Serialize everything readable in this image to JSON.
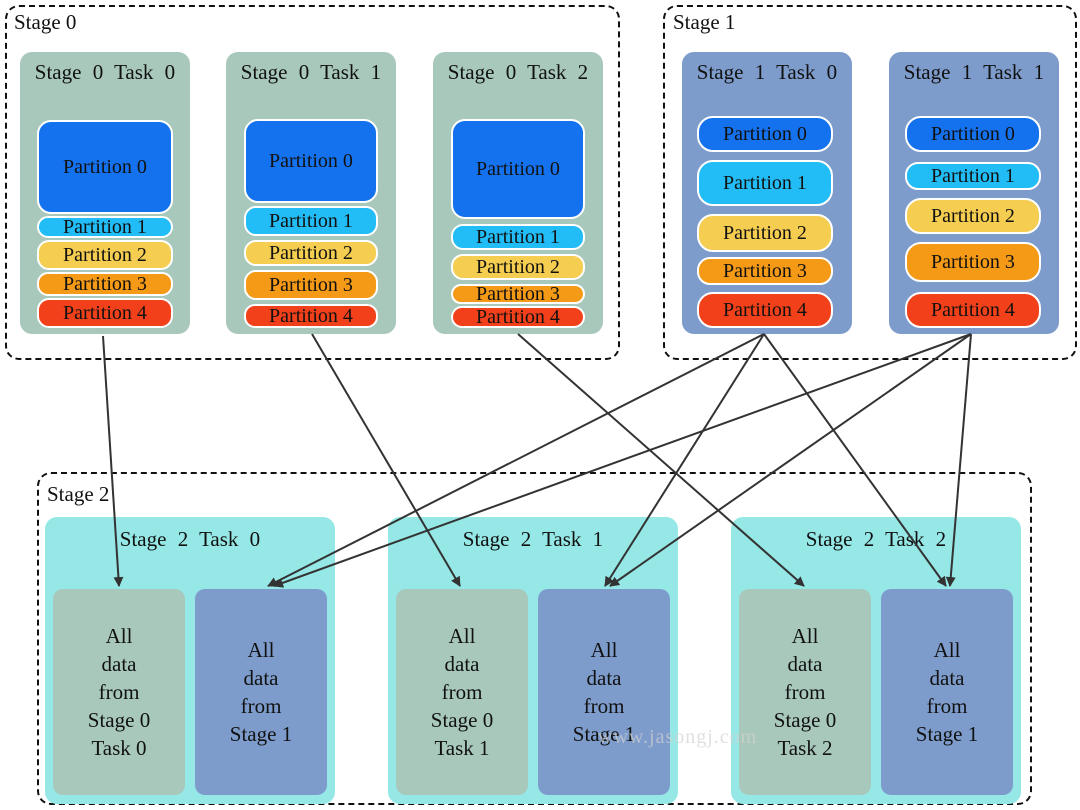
{
  "stage0": {
    "label": "Stage 0",
    "tasks": [
      {
        "title": "Stage 0  Task 0",
        "partitions": [
          "Partition 0",
          "Partition 1",
          "Partition 2",
          "Partition 3",
          "Partition 4"
        ]
      },
      {
        "title": "Stage 0  Task  1",
        "partitions": [
          "Partition 0",
          "Partition 1",
          "Partition 2",
          "Partition 3",
          "Partition 4"
        ]
      },
      {
        "title": "Stage 0  Task 2",
        "partitions": [
          "Partition 0",
          "Partition 1",
          "Partition 2",
          "Partition 3",
          "Partition 4"
        ]
      }
    ]
  },
  "stage1": {
    "label": "Stage 1",
    "tasks": [
      {
        "title": "Stage 1  Task 0",
        "partitions": [
          "Partition 0",
          "Partition 1",
          "Partition 2",
          "Partition 3",
          "Partition 4"
        ]
      },
      {
        "title": "Stage 1  Task 1",
        "partitions": [
          "Partition 0",
          "Partition 1",
          "Partition 2",
          "Partition 3",
          "Partition 4"
        ]
      }
    ]
  },
  "stage2": {
    "label": "Stage 2",
    "tasks": [
      {
        "title": "Stage 2  Task 0",
        "left": [
          "All",
          "data",
          "from",
          "Stage 0",
          "Task 0"
        ],
        "right": [
          "All",
          "data",
          "from",
          "Stage 1"
        ]
      },
      {
        "title": "Stage 2  Task  1",
        "left": [
          "All",
          "data",
          "from",
          "Stage 0",
          "Task 1"
        ],
        "right": [
          "All",
          "data",
          "from",
          "Stage 1"
        ]
      },
      {
        "title": "Stage 2  Task 2",
        "left": [
          "All",
          "data",
          "from",
          "Stage 0",
          "Task 2"
        ],
        "right": [
          "All",
          "data",
          "from",
          "Stage 1"
        ]
      }
    ]
  },
  "colors": {
    "partition_0": "#1572ee",
    "partition_1": "#22bdf6",
    "partition_2": "#f5cd50",
    "partition_3": "#f59a16",
    "partition_4": "#f2411a",
    "stage0_task": "#a8c8bc",
    "stage1_task": "#7d9ccb",
    "stage2_task": "#95e8e6"
  },
  "watermark": "www.jasongj.com"
}
